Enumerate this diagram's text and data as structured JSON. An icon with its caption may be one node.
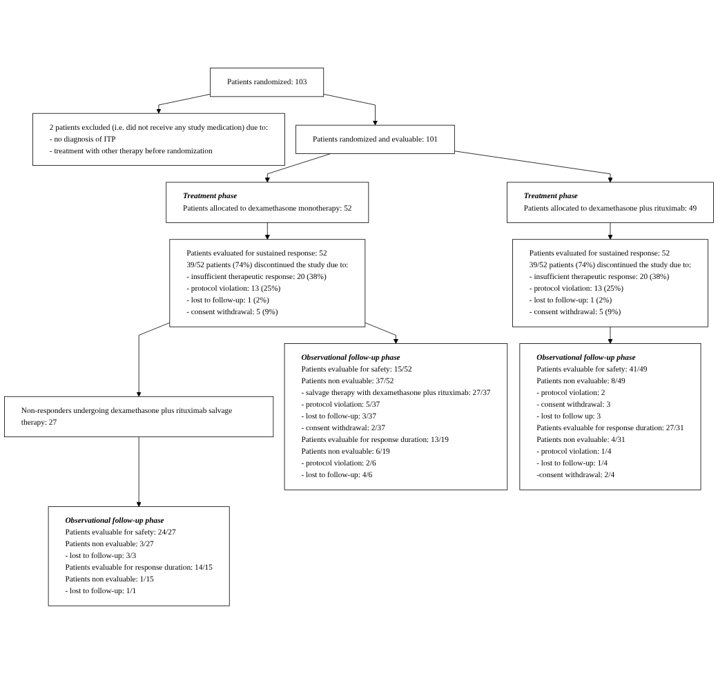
{
  "diagram": {
    "nodes": [
      {
        "text": [
          "Patients randomized: 103"
        ]
      },
      {
        "text": [
          "2 patients excluded (i.e. did not receive any study medication) due to:",
          "- no diagnosis of ITP",
          "- treatment with other therapy before randomization"
        ]
      },
      {
        "text": [
          "Patients randomized and evaluable: 101"
        ]
      },
      {
        "text": [
          "Treatment phase",
          "Patients allocated to dexamethasone monotherapy: 52"
        ]
      },
      {
        "text": [
          "Treatment phase",
          "Patients allocated to dexamethasone plus rituximab: 49"
        ]
      },
      {
        "text": [
          "Patients evaluated for sustained response: 52",
          "39/52 patients (74%) discontinued the study due to:",
          "- insufficient therapeutic response: 20 (38%)",
          "- protocol violation: 13 (25%)",
          "- lost to follow-up: 1 (2%)",
          "- consent withdrawal: 5 (9%)"
        ]
      },
      {
        "text": [
          "Patients evaluated for sustained response: 52",
          "39/52 patients (74%) discontinued the study due to:",
          "- insufficient therapeutic response: 20 (38%)",
          "- protocol violation: 13 (25%)",
          "- lost to follow-up: 1 (2%)",
          "- consent withdrawal: 5 (9%)"
        ]
      },
      {
        "text": [
          "Non-responders undergoing dexamethasone plus rituximab salvage therapy: 27"
        ]
      },
      {
        "text": [
          "Observational follow-up phase",
          "Patients evaluable for safety: 15/52",
          "Patients non evaluable: 37/52",
          "- salvage therapy with dexamethasone plus rituximab: 27/37",
          "- protocol violation: 5/37",
          "- lost to follow-up: 3/37",
          "- consent withdrawal: 2/37",
          "Patients evaluable for response duration: 13/19",
          "Patients non evaluable: 6/19",
          "- protocol violation: 2/6",
          "- lost to follow-up: 4/6"
        ]
      },
      {
        "text": [
          "Observational follow-up phase",
          "Patients evaluable for safety: 24/27",
          "Patients non evaluable: 3/27",
          "- lost to follow-up: 3/3",
          "Patients evaluable for response duration: 14/15",
          "Patients non evaluable: 1/15",
          "- lost to follow-up: 1/1"
        ]
      },
      {
        "text": [
          "Observational follow-up phase",
          "Patients evaluable for safety: 41/49",
          "Patients non evaluable: 8/49",
          "- protocol violation: 2",
          "- consent withdrawal: 3",
          "- lost to follow up: 3",
          "Patients evaluable for response duration: 27/31",
          "Patients non evaluable: 4/31",
          "- protocol violation: 1/4",
          "- lost to follow-up: 1/4",
          "-consent withdrawal: 2/4"
        ]
      }
    ],
    "edges": [
      {
        "from": 0,
        "to": 1,
        "arrow": "to"
      },
      {
        "from": 0,
        "to": 2,
        "arrow": "to"
      },
      {
        "from": 2,
        "to": 3,
        "arrow": "to"
      },
      {
        "from": 2,
        "to": 4,
        "arrow": "to"
      },
      {
        "from": 3,
        "to": 5,
        "arrow": "to"
      },
      {
        "from": 4,
        "to": 6,
        "arrow": "to"
      },
      {
        "from": 5,
        "to": 7,
        "arrow": "to"
      },
      {
        "from": 5,
        "to": 8,
        "arrow": "to"
      },
      {
        "from": 7,
        "to": 9,
        "arrow": "to"
      },
      {
        "from": 6,
        "to": 10,
        "arrow": "to"
      }
    ]
  }
}
